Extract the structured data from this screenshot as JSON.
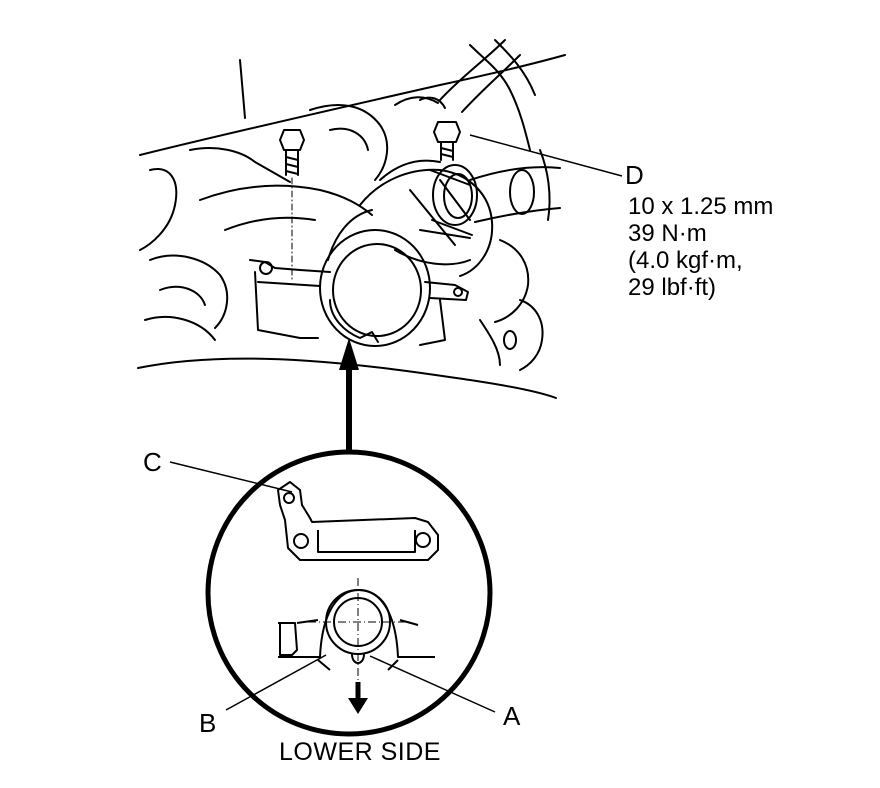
{
  "callouts": {
    "a": "A",
    "b": "B",
    "c": "C",
    "d": "D"
  },
  "spec": {
    "size": "10 x 1.25 mm",
    "torque_nm": "39 N·m",
    "torque_kgf": "(4.0 kgf·m,",
    "torque_lbf": "29 lbf·ft)"
  },
  "caption": "LOWER SIDE"
}
